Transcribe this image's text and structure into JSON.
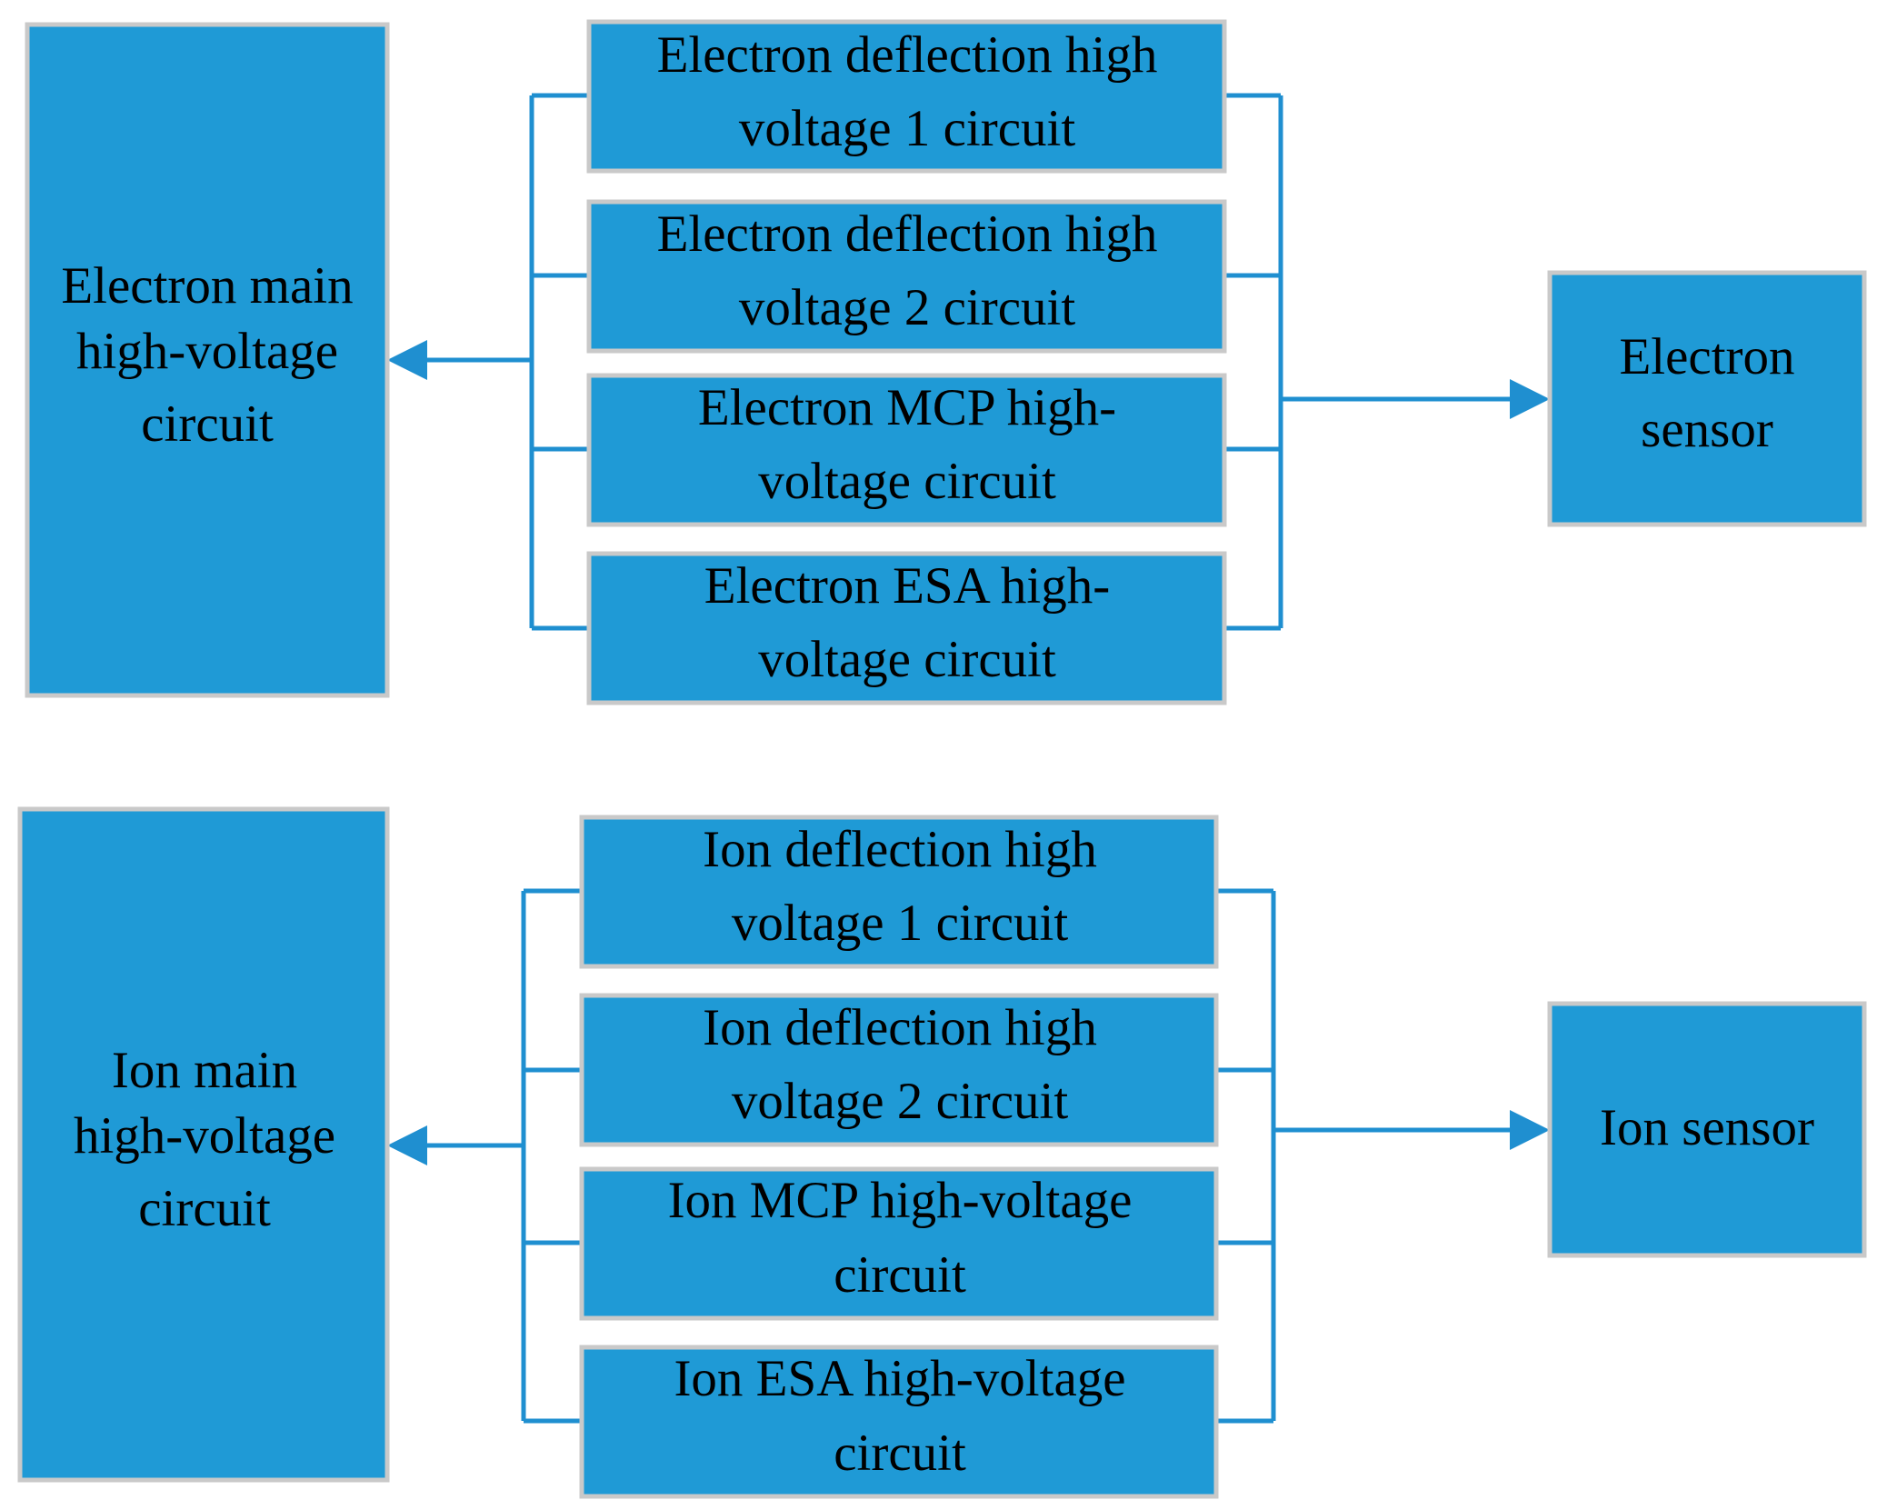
{
  "electron_group": {
    "main": [
      "Electron main",
      "high-voltage",
      "circuit"
    ],
    "subs": [
      [
        "Electron deflection high",
        "voltage 1 circuit"
      ],
      [
        "Electron deflection high",
        "voltage 2 circuit"
      ],
      [
        "Electron MCP high-",
        "voltage circuit"
      ],
      [
        "Electron ESA high-",
        "voltage circuit"
      ]
    ],
    "sensor": [
      "Electron",
      "sensor"
    ]
  },
  "ion_group": {
    "main": [
      "Ion main",
      "high-voltage",
      "circuit"
    ],
    "subs": [
      [
        "Ion deflection high",
        "voltage 1 circuit"
      ],
      [
        "Ion deflection high",
        "voltage 2 circuit"
      ],
      [
        "Ion MCP high-voltage",
        "circuit"
      ],
      [
        "Ion ESA high-voltage",
        "circuit"
      ]
    ],
    "sensor": [
      "Ion sensor"
    ]
  },
  "colors": {
    "box_fill": "#1f9ad6",
    "box_border": "#c9c9c9",
    "connector": "#1f8fd0",
    "text": "#000000"
  }
}
